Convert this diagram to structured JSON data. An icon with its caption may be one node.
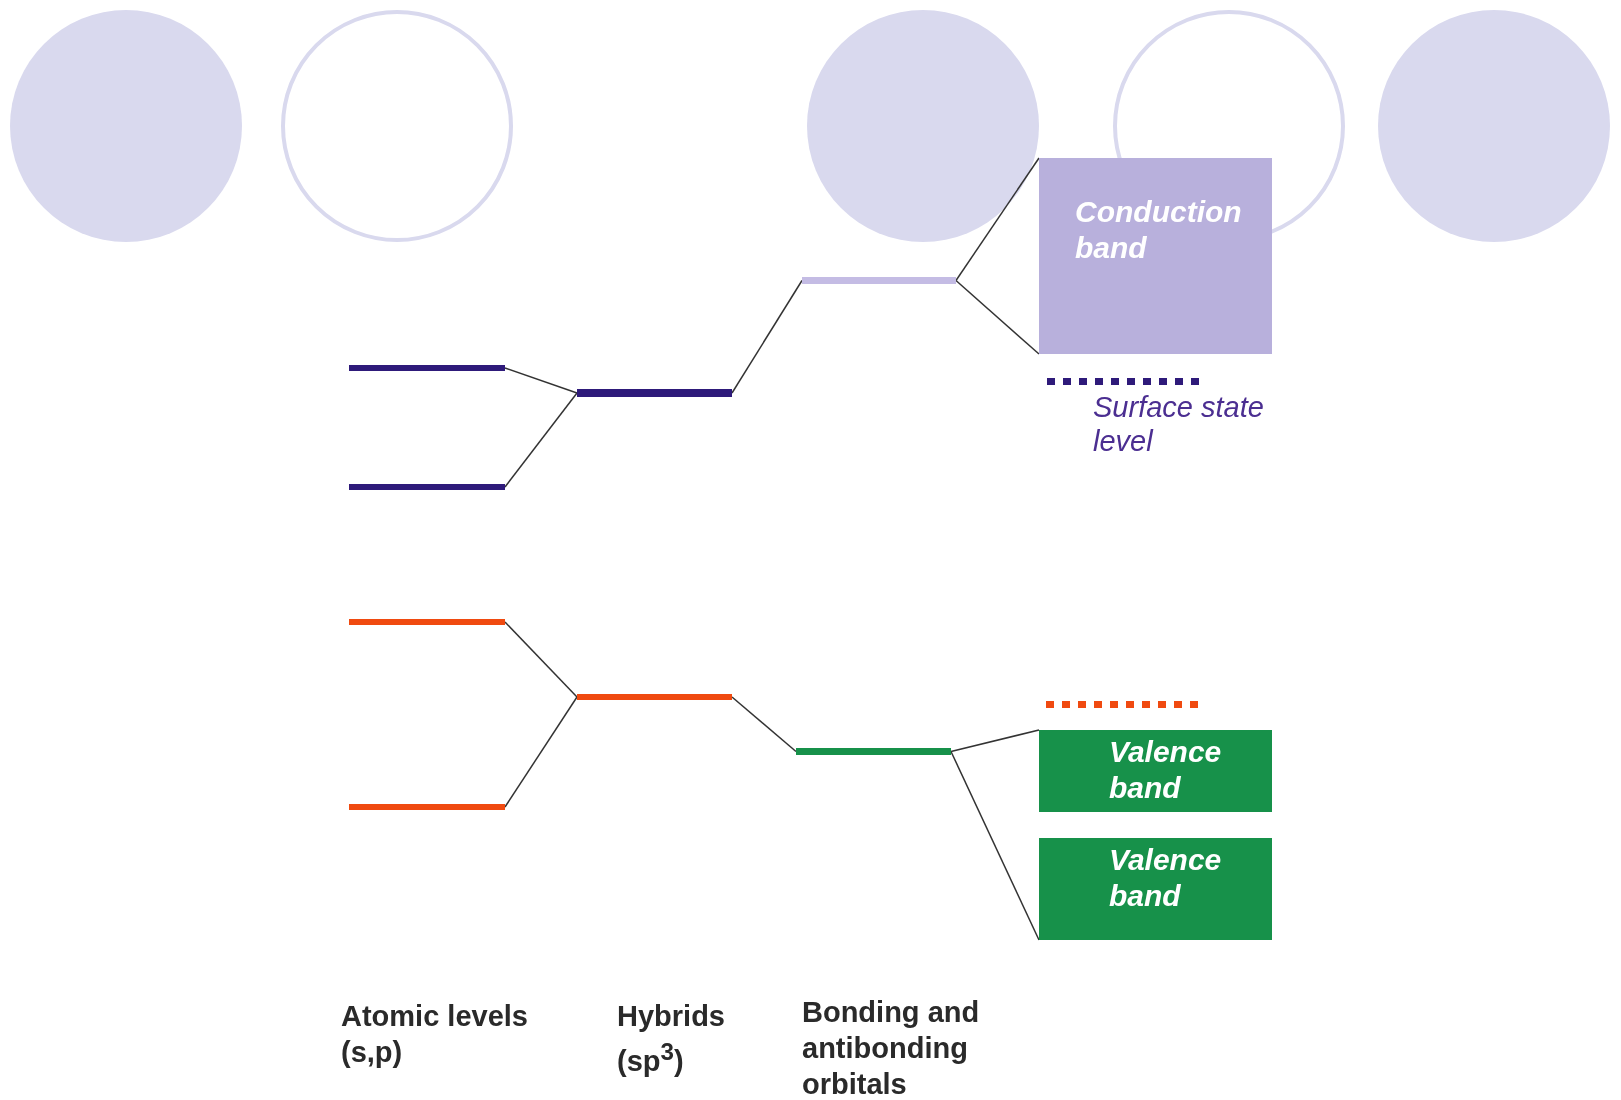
{
  "diagram": {
    "nodes": [
      {
        "text": [
          "Conduction band"
        ]
      },
      {
        "text": [],
        "shape": "bar"
      },
      {
        "text": [],
        "shape": "bar"
      },
      {
        "text": [],
        "shape": "bar"
      },
      {
        "text": [],
        "shape": "bar",
        "beside": [
          "Surface state level"
        ]
      },
      {
        "text": [],
        "shape": "bar"
      },
      {
        "text": [],
        "shape": "bar"
      },
      {
        "text": [],
        "shape": "bar"
      },
      {
        "text": [],
        "shape": "bar"
      },
      {
        "text": [],
        "shape": "bar"
      },
      {
        "text": [
          "Valence band"
        ]
      },
      {
        "text": [],
        "shape": "bar"
      },
      {
        "text": [
          "Valence band"
        ]
      }
    ],
    "edges": [
      {
        "from": 2,
        "to": 3,
        "arrow": "none"
      },
      {
        "from": 5,
        "to": 3,
        "arrow": "none"
      },
      {
        "from": 3,
        "to": 1,
        "arrow": "none"
      },
      {
        "from": 1,
        "to": 0,
        "arrow": "none"
      },
      {
        "from": 1,
        "to": 0,
        "arrow": "none"
      },
      {
        "from": 6,
        "to": 7,
        "arrow": "none"
      },
      {
        "from": 11,
        "to": 7,
        "arrow": "none"
      },
      {
        "from": 7,
        "to": 9,
        "arrow": "none"
      },
      {
        "from": 9,
        "to": 10,
        "arrow": "none"
      },
      {
        "from": 9,
        "to": 12,
        "arrow": "none"
      }
    ],
    "labels": [
      "Atomic levels (s,p)",
      "Hybrids (sp$^{3}$)",
      "Bonding and antibonding orbitals"
    ]
  }
}
